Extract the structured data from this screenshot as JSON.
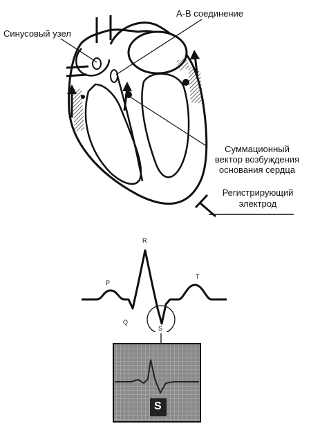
{
  "labels": {
    "av_node": "А-В соединение",
    "sinus_node": "Синусовый узел",
    "vector_line1": "Суммационный",
    "vector_line2": "вектор возбуждения",
    "vector_line3": "основания сердца",
    "electrode_line1": "Регистрирующий",
    "electrode_line2": "электрод"
  },
  "ecg": {
    "p": "P",
    "q": "Q",
    "r": "R",
    "s": "S",
    "t": "T"
  },
  "recording": {
    "s_label": "S"
  }
}
